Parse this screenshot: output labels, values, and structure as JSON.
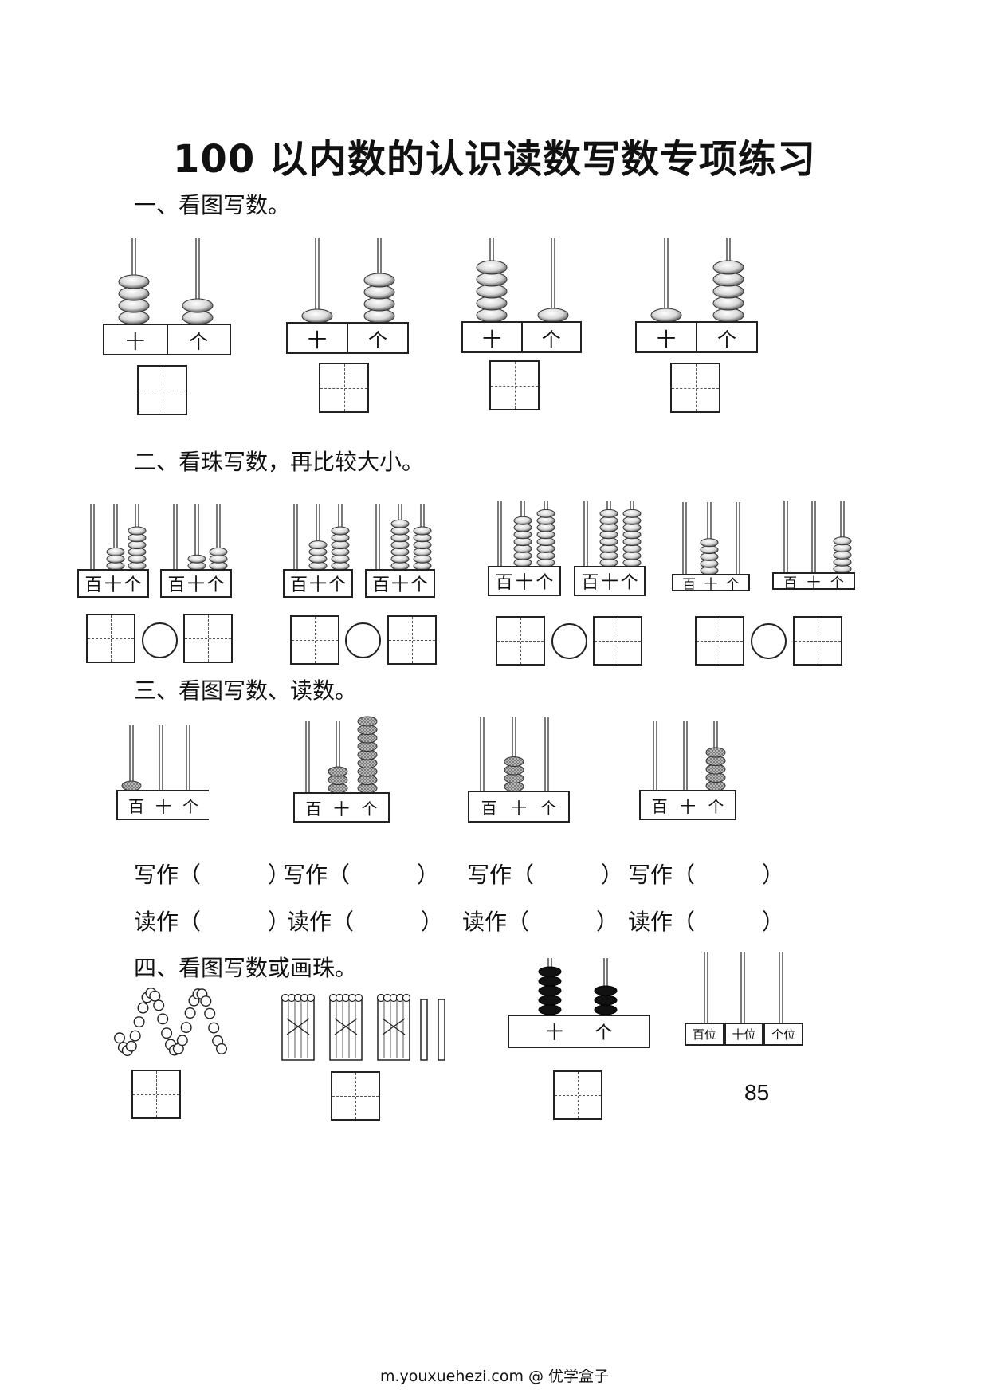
{
  "title": "100 以内数的认识读数写数专项练习",
  "sections": {
    "s1": "一、看图写数。",
    "s2": "二、看珠写数，再比较大小。",
    "s3": "三、看图写数、读数。",
    "s4": "四、看图写数或画珠。"
  },
  "labels": {
    "tens": "十",
    "ones": "个",
    "hundreds": "百",
    "hundreds_place": "百位",
    "tens_place": "十位",
    "ones_place": "个位"
  },
  "write_lines": {
    "write": [
      "写作（　　　）",
      "写作（　　　）",
      "写作（　　　）",
      "写作（　　　）"
    ],
    "read": [
      "读作（　　　）",
      "读作（　　　）",
      "读作（　　　）",
      "读作（　　　）"
    ]
  },
  "abacus": {
    "s1": [
      {
        "tens": 4,
        "ones": 2
      },
      {
        "tens": 1,
        "ones": 4
      },
      {
        "tens": 5,
        "ones": 1
      },
      {
        "tens": 1,
        "ones": 5
      }
    ],
    "s2": [
      {
        "hundreds": 0,
        "tens": 3,
        "ones": 6
      },
      {
        "hundreds": 0,
        "tens": 2,
        "ones": 3
      },
      {
        "hundreds": 0,
        "tens": 4,
        "ones": 6
      },
      {
        "hundreds": 0,
        "tens": 7,
        "ones": 6
      },
      {
        "hundreds": 0,
        "tens": 7,
        "ones": 8
      },
      {
        "hundreds": 0,
        "tens": 8,
        "ones": 8
      },
      {
        "hundreds": 0,
        "tens": 5,
        "ones": 0
      },
      {
        "hundreds": 0,
        "tens": 0,
        "ones": 5
      }
    ],
    "s3": [
      {
        "hundreds": 1,
        "tens": 0,
        "ones": 0
      },
      {
        "hundreds": 0,
        "tens": 3,
        "ones": 9
      },
      {
        "hundreds": 0,
        "tens": 4,
        "ones": 0
      },
      {
        "hundreds": 0,
        "tens": 0,
        "ones": 5
      }
    ],
    "s4": {
      "tens": 5,
      "ones": 3
    }
  },
  "bundles": {
    "bundles_of_ten": 3,
    "single_sticks": 2
  },
  "bead_string_count": 27,
  "page_number": "85",
  "footer": "m.youxuehezi.com @ 优学盒子",
  "colors": {
    "bead_light": "#d8d8d8",
    "bead_dark": "#111111",
    "bead_hatched": "#777777"
  }
}
